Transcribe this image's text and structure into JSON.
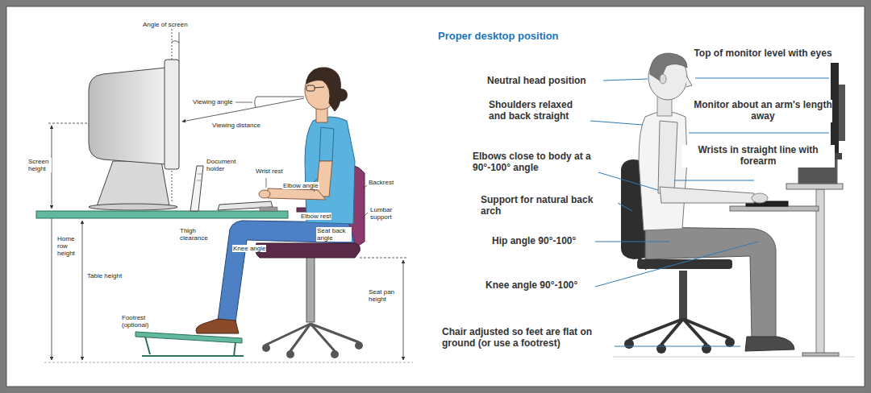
{
  "diagram": {
    "title": "Proper desktop position",
    "labels": [
      "Angle of screen",
      "Viewing angle",
      "Viewing distance",
      "Screen height",
      "Document holder",
      "Wrist rest",
      "Backrest",
      "Elbow angle",
      "Elbow rest",
      "Lumbar support",
      "Thigh clearance",
      "Knee angle",
      "Seat back angle",
      "Home row height",
      "Table height",
      "Seat pan height",
      "Footrest (optional)",
      "Neutral head position",
      "Top of monitor level with eyes",
      "Shoulders relaxed and back straight",
      "Monitor about an arm's length away",
      "Elbows close to body at a 90°-100° angle",
      "Wrists in straight line with forearm",
      "Support for natural back arch",
      "Hip angle 90°-100°",
      "Knee angle 90°-100°",
      "Chair adjusted so feet are flat on ground (or use a footrest)"
    ]
  }
}
